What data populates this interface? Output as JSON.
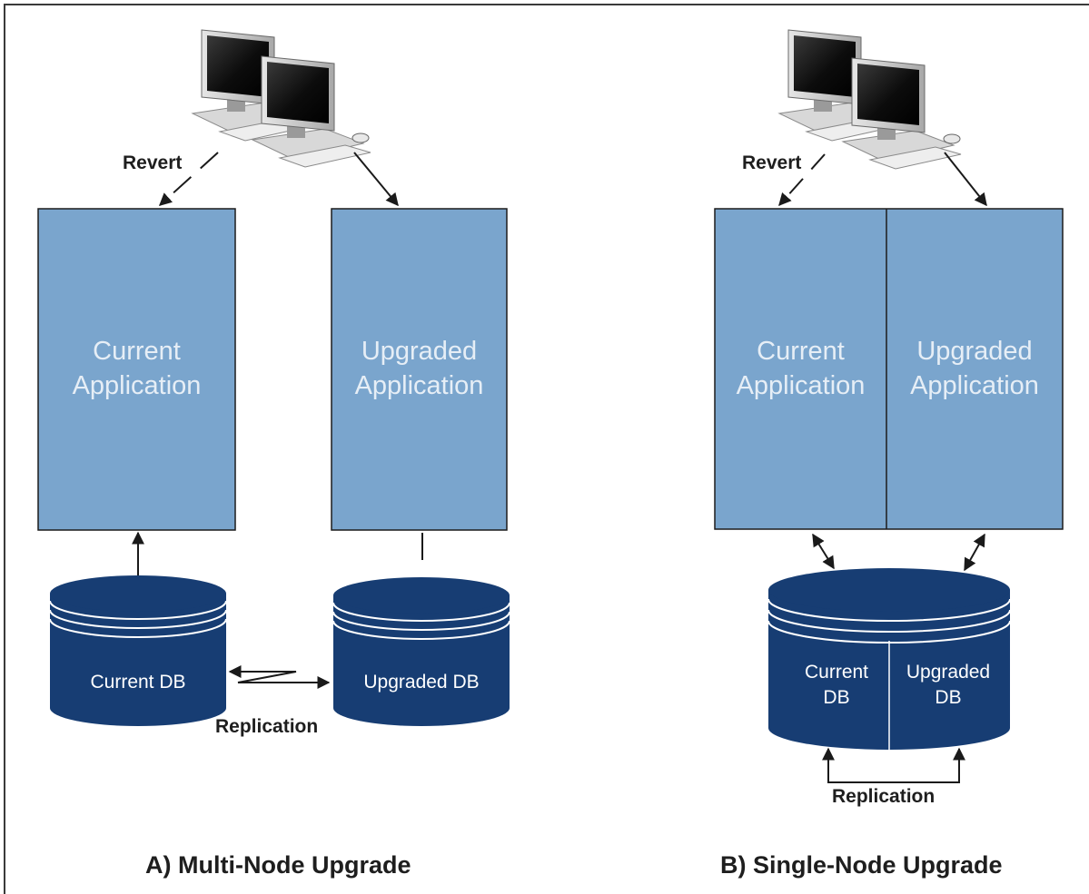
{
  "colors": {
    "app_box": "#7aa5cd",
    "db": "#173d73",
    "db_line": "#ffffff",
    "frame": "#3a3a3a",
    "arrow": "#1a1a1a"
  },
  "icons": [
    "computer-monitor-icon",
    "computer-monitor-icon"
  ],
  "multi_node": {
    "caption": "A) Multi-Node Upgrade",
    "revert_label": "Revert",
    "current_app": [
      "Current",
      "Application"
    ],
    "upgraded_app": [
      "Upgraded",
      "Application"
    ],
    "current_db": "Current DB",
    "upgraded_db": "Upgraded DB",
    "replication_label": "Replication"
  },
  "single_node": {
    "caption": "B) Single-Node Upgrade",
    "revert_label": "Revert",
    "current_app": [
      "Current",
      "Application"
    ],
    "upgraded_app": [
      "Upgraded",
      "Application"
    ],
    "current_db": [
      "Current",
      "DB"
    ],
    "upgraded_db": [
      "Upgraded",
      "DB"
    ],
    "replication_label": "Replication"
  }
}
